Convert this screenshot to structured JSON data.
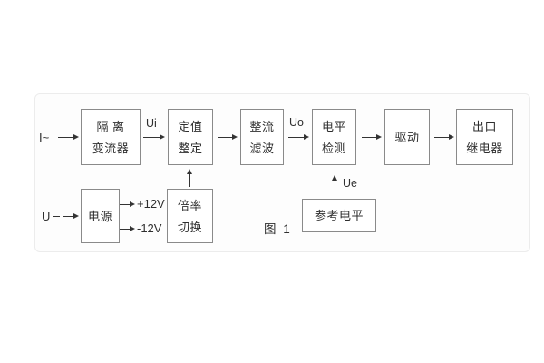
{
  "figure": {
    "caption": "图 1"
  },
  "colors": {
    "background": "#ffffff",
    "panel_background": "#fdfdfd",
    "panel_border": "#ececec",
    "box_border": "#8a8a8a",
    "line_and_text": "#2e2e2e"
  },
  "blocks": {
    "isolation": {
      "line1": "隔 离",
      "line2": "变流器"
    },
    "setting": {
      "line1": "定值",
      "line2": "整定"
    },
    "rectifier": {
      "line1": "整流",
      "line2": "滤波"
    },
    "level": {
      "line1": "电平",
      "line2": "检测"
    },
    "drive": {
      "line1": "驱动"
    },
    "relay": {
      "line1": "出口",
      "line2": "继电器"
    },
    "power": {
      "line1": "电源"
    },
    "multiplier": {
      "line1": "倍率",
      "line2": "切换"
    },
    "reference": {
      "line1": "参考电平"
    }
  },
  "labels": {
    "input_current": "I~",
    "input_voltage": "U",
    "ui": "Ui",
    "uo": "Uo",
    "ue": "Ue",
    "plus12v": "+12V",
    "minus12v": "-12V"
  }
}
